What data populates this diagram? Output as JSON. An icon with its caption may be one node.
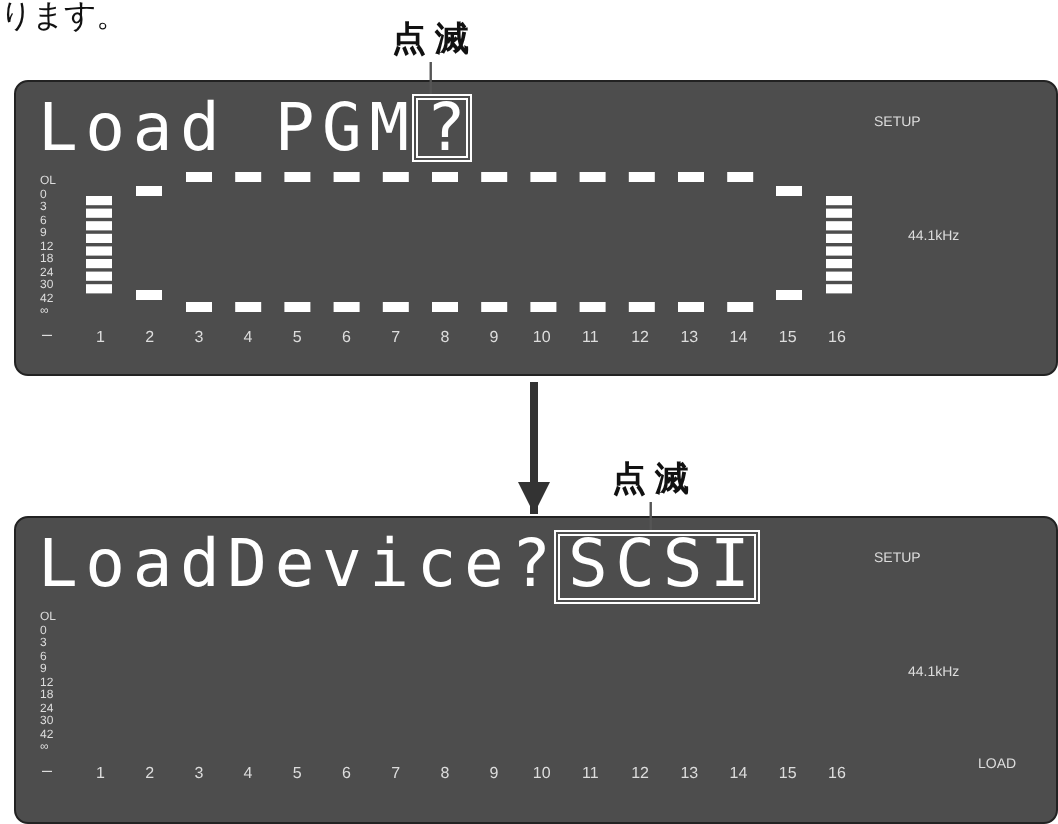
{
  "diagram": {
    "nodes": [
      {
        "text": [
          "Load PGM"
        ]
      },
      {
        "text": [
          "?"
        ],
        "in": 0
      },
      {
        "text": [
          "点 滅"
        ]
      },
      {
        "text": [
          "LoadDevice?"
        ]
      },
      {
        "text": [
          "SCSI"
        ],
        "in": 3
      },
      {
        "text": [
          "点 滅"
        ]
      }
    ],
    "edges": [
      {
        "from": 2,
        "to": 1,
        "arrow": "none"
      },
      {
        "from": 0,
        "to": 3,
        "arrow": "to",
        "style": "thick"
      },
      {
        "from": 5,
        "to": 4,
        "arrow": "none"
      }
    ],
    "labels": [
      "ります。",
      "SETUP",
      "OL",
      "0",
      "3",
      "6",
      "9",
      "12",
      "18",
      "24",
      "30",
      "42",
      "∞",
      "44.1kHz",
      "–",
      "1",
      "2",
      "3",
      "4",
      "5",
      "6",
      "7",
      "8",
      "9",
      "10",
      "11",
      "12",
      "13",
      "14",
      "15",
      "16",
      "SETUP",
      "OL",
      "0",
      "3",
      "6",
      "9",
      "12",
      "18",
      "24",
      "30",
      "42",
      "∞",
      "44.1kHz",
      "–",
      "1",
      "2",
      "3",
      "4",
      "5",
      "6",
      "7",
      "8",
      "9",
      "10",
      "11",
      "12",
      "13",
      "14",
      "15",
      "16",
      "LOAD"
    ]
  }
}
